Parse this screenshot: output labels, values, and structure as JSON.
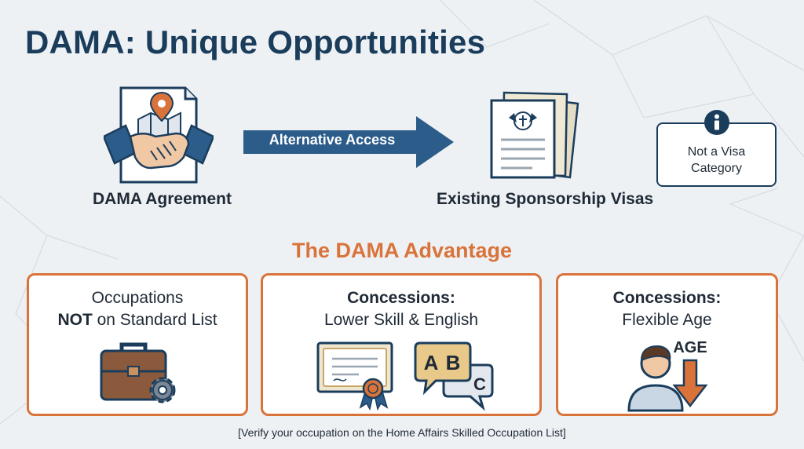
{
  "title": "DAMA: Unique Opportunities",
  "flow": {
    "agreement_label": "DAMA Agreement",
    "arrow_label": "Alternative Access",
    "visas_label": "Existing Sponsorship Visas",
    "info_text_line1": "Not a Visa",
    "info_text_line2": "Category"
  },
  "advantage": {
    "title": "The DAMA Advantage",
    "cards": [
      {
        "line1": "Occupations",
        "line2_bold": "NOT",
        "line2_rest": " on Standard List"
      },
      {
        "line1_bold": "Concessions:",
        "line2": "Lower Skill & English",
        "badge_a": "A",
        "badge_b": "B",
        "badge_c": "C"
      },
      {
        "line1_bold": "Concessions:",
        "line2": "Flexible Age",
        "age_label": "AGE"
      }
    ]
  },
  "footer_note": "[Verify your occupation on the Home Affairs Skilled Occupation List]",
  "colors": {
    "navy": "#1b3d5c",
    "arrow_blue": "#2b5c8a",
    "accent_orange": "#d9733a",
    "background": "#eef1f4"
  },
  "icons": {
    "agreement": "handshake-map-icon",
    "visas": "visa-documents-icon",
    "info": "info-icon",
    "occupations": "briefcase-gear-icon",
    "skill": "certificate-icon",
    "english": "speech-bubbles-icon",
    "age": "person-age-down-icon"
  }
}
